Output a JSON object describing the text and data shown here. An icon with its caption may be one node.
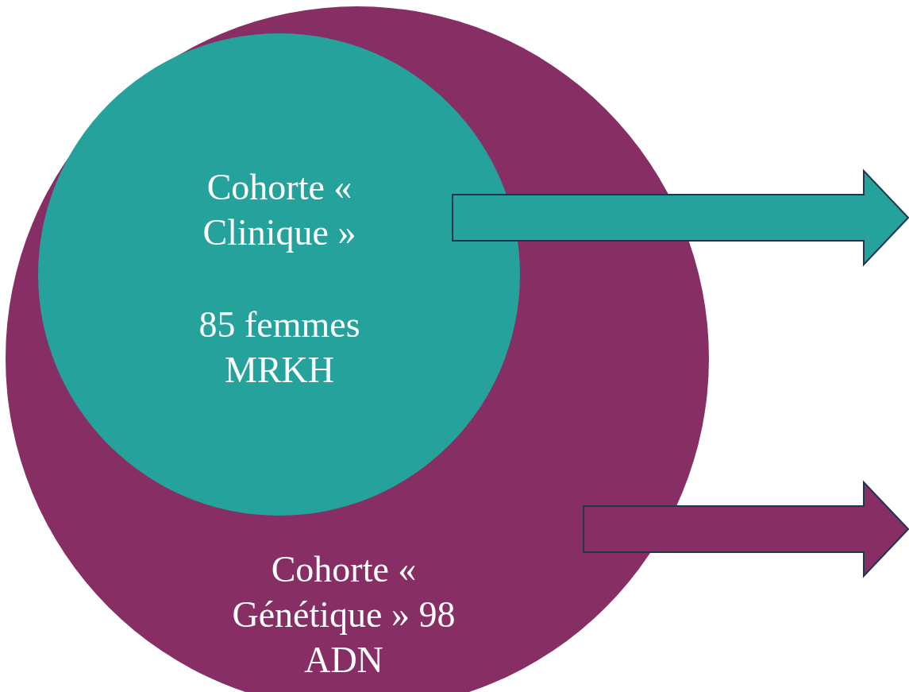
{
  "diagram": {
    "nodes": [
      {
        "text": [
          "Cohorte « Génétique » 98 ADN"
        ]
      },
      {
        "text": [
          "Cohorte « Clinique »",
          "85 femmes MRKH"
        ],
        "in": 0
      }
    ],
    "edges": [
      {
        "from": 1,
        "to": null,
        "arrow": "to",
        "style": "thick",
        "color": "#26a29c"
      },
      {
        "from": 0,
        "to": null,
        "arrow": "to",
        "style": "thick",
        "color": "#872e64"
      }
    ]
  }
}
